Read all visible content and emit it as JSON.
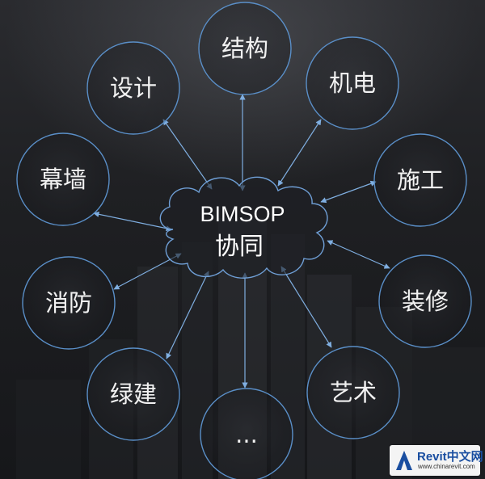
{
  "hub": {
    "title": "BIMSOP",
    "subtitle": "协同"
  },
  "nodes": [
    {
      "key": "jiegou",
      "label": "结构"
    },
    {
      "key": "jidian",
      "label": "机电"
    },
    {
      "key": "shigong",
      "label": "施工"
    },
    {
      "key": "zhuangxiu",
      "label": "装修"
    },
    {
      "key": "yishu",
      "label": "艺术"
    },
    {
      "key": "more",
      "label": "..."
    },
    {
      "key": "lvjian",
      "label": "绿建"
    },
    {
      "key": "xiaofang",
      "label": "消防"
    },
    {
      "key": "muqiang",
      "label": "幕墙"
    },
    {
      "key": "sheji",
      "label": "设计"
    }
  ],
  "watermark": {
    "brand": "Revit中文网",
    "url": "www.chinarevit.com"
  },
  "colors": {
    "ring": "#5a8fc8",
    "arrow": "#7faee0",
    "cloud": "#6f9fd6",
    "label": "#f2f2f2"
  }
}
